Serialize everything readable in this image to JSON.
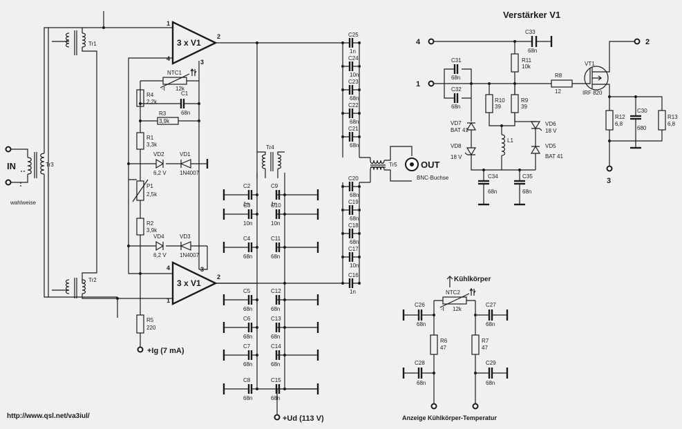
{
  "title": "Verstärker V1",
  "footer_url": "http://www.qsl.net/va3iul/",
  "terminals": {
    "input": "IN",
    "input_note": "wahlweise",
    "output": "OUT",
    "output_note": "BNC-Buchse",
    "ig": "+Ig (7 mA)",
    "ud": "+Ud (113 V)",
    "t1": "1",
    "t2": "2",
    "t3": "3",
    "t4": "4",
    "heatsink": "Kühlkörper",
    "heatsink_display": "Anzeige Kühlkörper-Temperatur"
  },
  "amplifiers": {
    "top": {
      "label": "3 x V1",
      "pin1": "1",
      "pin2": "2",
      "pin3": "3",
      "pin4": "4"
    },
    "bottom": {
      "label": "3 x V1",
      "pin1": "1",
      "pin2": "2",
      "pin3": "3",
      "pin4": "4"
    }
  },
  "transformers": {
    "tr1": "Tr1",
    "tr2": "Tr2",
    "tr3": "Tr3",
    "tr4": "Tr4",
    "tr5": "Tr5"
  },
  "left_components": {
    "ntc1": {
      "name": "NTC1",
      "value": "12k"
    },
    "r4": {
      "name": "R4",
      "value": "2,2k"
    },
    "c1": {
      "name": "C1",
      "value": "68n"
    },
    "r3": {
      "name": "R3",
      "value": "3,9k"
    },
    "r1": {
      "name": "R1",
      "value": "3,3k"
    },
    "vd2": {
      "name": "VD2",
      "value": "6,2 V"
    },
    "vd1": {
      "name": "VD1",
      "value": "1N4007"
    },
    "p1": {
      "name": "P1",
      "value": "2,5k"
    },
    "r2": {
      "name": "R2",
      "value": "3,9k"
    },
    "vd4": {
      "name": "VD4",
      "value": "6,2 V"
    },
    "vd3": {
      "name": "VD3",
      "value": "1N4007"
    },
    "r5": {
      "name": "R5",
      "value": "220"
    }
  },
  "bypass_left": [
    {
      "name": "C2",
      "value": "1n"
    },
    {
      "name": "C3",
      "value": "10n"
    },
    {
      "name": "C4",
      "value": "68n"
    },
    {
      "name": "C5",
      "value": "68n"
    },
    {
      "name": "C6",
      "value": "68n"
    },
    {
      "name": "C7",
      "value": "68n"
    },
    {
      "name": "C8",
      "value": "68n"
    }
  ],
  "bypass_right": [
    {
      "name": "C9",
      "value": "1n"
    },
    {
      "name": "C10",
      "value": "10n"
    },
    {
      "name": "C11",
      "value": "68n"
    },
    {
      "name": "C12",
      "value": "68n"
    },
    {
      "name": "C13",
      "value": "68n"
    },
    {
      "name": "C14",
      "value": "68n"
    },
    {
      "name": "C15",
      "value": "68n"
    }
  ],
  "coupling_top": [
    {
      "name": "C25",
      "value": "1n"
    },
    {
      "name": "C24",
      "value": "10n"
    },
    {
      "name": "C23",
      "value": "68n"
    },
    {
      "name": "C22",
      "value": "68n"
    },
    {
      "name": "C21",
      "value": "68n"
    }
  ],
  "coupling_bottom": [
    {
      "name": "C20",
      "value": "68n"
    },
    {
      "name": "C19",
      "value": "68n"
    },
    {
      "name": "C18",
      "value": "68n"
    },
    {
      "name": "C17",
      "value": "10n"
    },
    {
      "name": "C16",
      "value": "1n"
    }
  ],
  "v1_section": {
    "c33": {
      "name": "C33",
      "value": "68n"
    },
    "r11": {
      "name": "R11",
      "value": "10k"
    },
    "c31": {
      "name": "C31",
      "value": "68n"
    },
    "c32": {
      "name": "C32",
      "value": "68n"
    },
    "r10": {
      "name": "R10",
      "value": "39"
    },
    "r9": {
      "name": "R9",
      "value": "39"
    },
    "vd7": {
      "name": "VD7",
      "value": "BAT 41"
    },
    "vd8": {
      "name": "VD8",
      "value": "18 V"
    },
    "vd6": {
      "name": "VD6",
      "value": "18 V"
    },
    "vd5": {
      "name": "VD5",
      "value": "BAT 41"
    },
    "l1": {
      "name": "L1"
    },
    "c34": {
      "name": "C34",
      "value": "68n"
    },
    "c35": {
      "name": "C35",
      "value": "68n"
    },
    "r8": {
      "name": "R8",
      "value": "12"
    },
    "vt1": {
      "name": "VT1",
      "value": "IRF 820"
    },
    "r12": {
      "name": "R12",
      "value": "6,8"
    },
    "c30": {
      "name": "C30",
      "value": "680"
    },
    "r13": {
      "name": "R13",
      "value": "6,8"
    }
  },
  "temp_section": {
    "ntc2": {
      "name": "NTC2",
      "value": "12k"
    },
    "c26": {
      "name": "C26",
      "value": "68n"
    },
    "c27": {
      "name": "C27",
      "value": "68n"
    },
    "r6": {
      "name": "R6",
      "value": "47"
    },
    "r7": {
      "name": "R7",
      "value": "47"
    },
    "c28": {
      "name": "C28",
      "value": "68n"
    },
    "c29": {
      "name": "C29",
      "value": "68n"
    }
  }
}
